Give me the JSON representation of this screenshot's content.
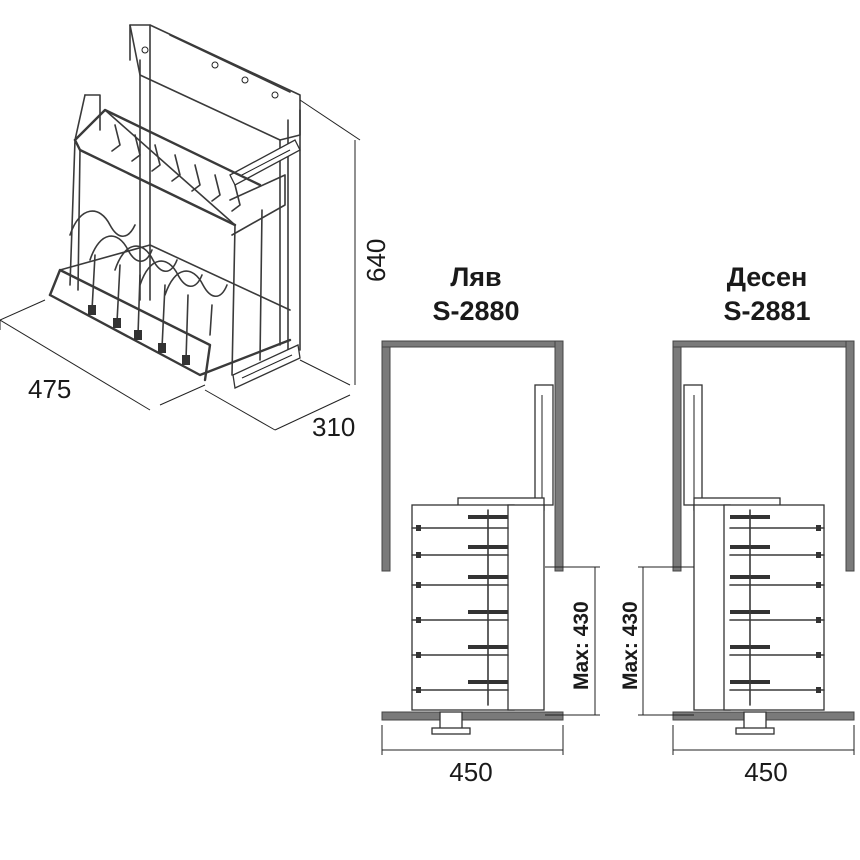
{
  "dimensions_3d": {
    "width": "475",
    "depth": "310",
    "height": "640"
  },
  "left_variant": {
    "side": "Ляв",
    "model": "S-2880",
    "max_height_label": "Max: 430",
    "width_label": "450"
  },
  "right_variant": {
    "side": "Десен",
    "model": "S-2881",
    "max_height_label": "Max: 430",
    "width_label": "450"
  },
  "colors": {
    "cabinet": "#7a7a7a",
    "line": "#3a3a3a"
  }
}
